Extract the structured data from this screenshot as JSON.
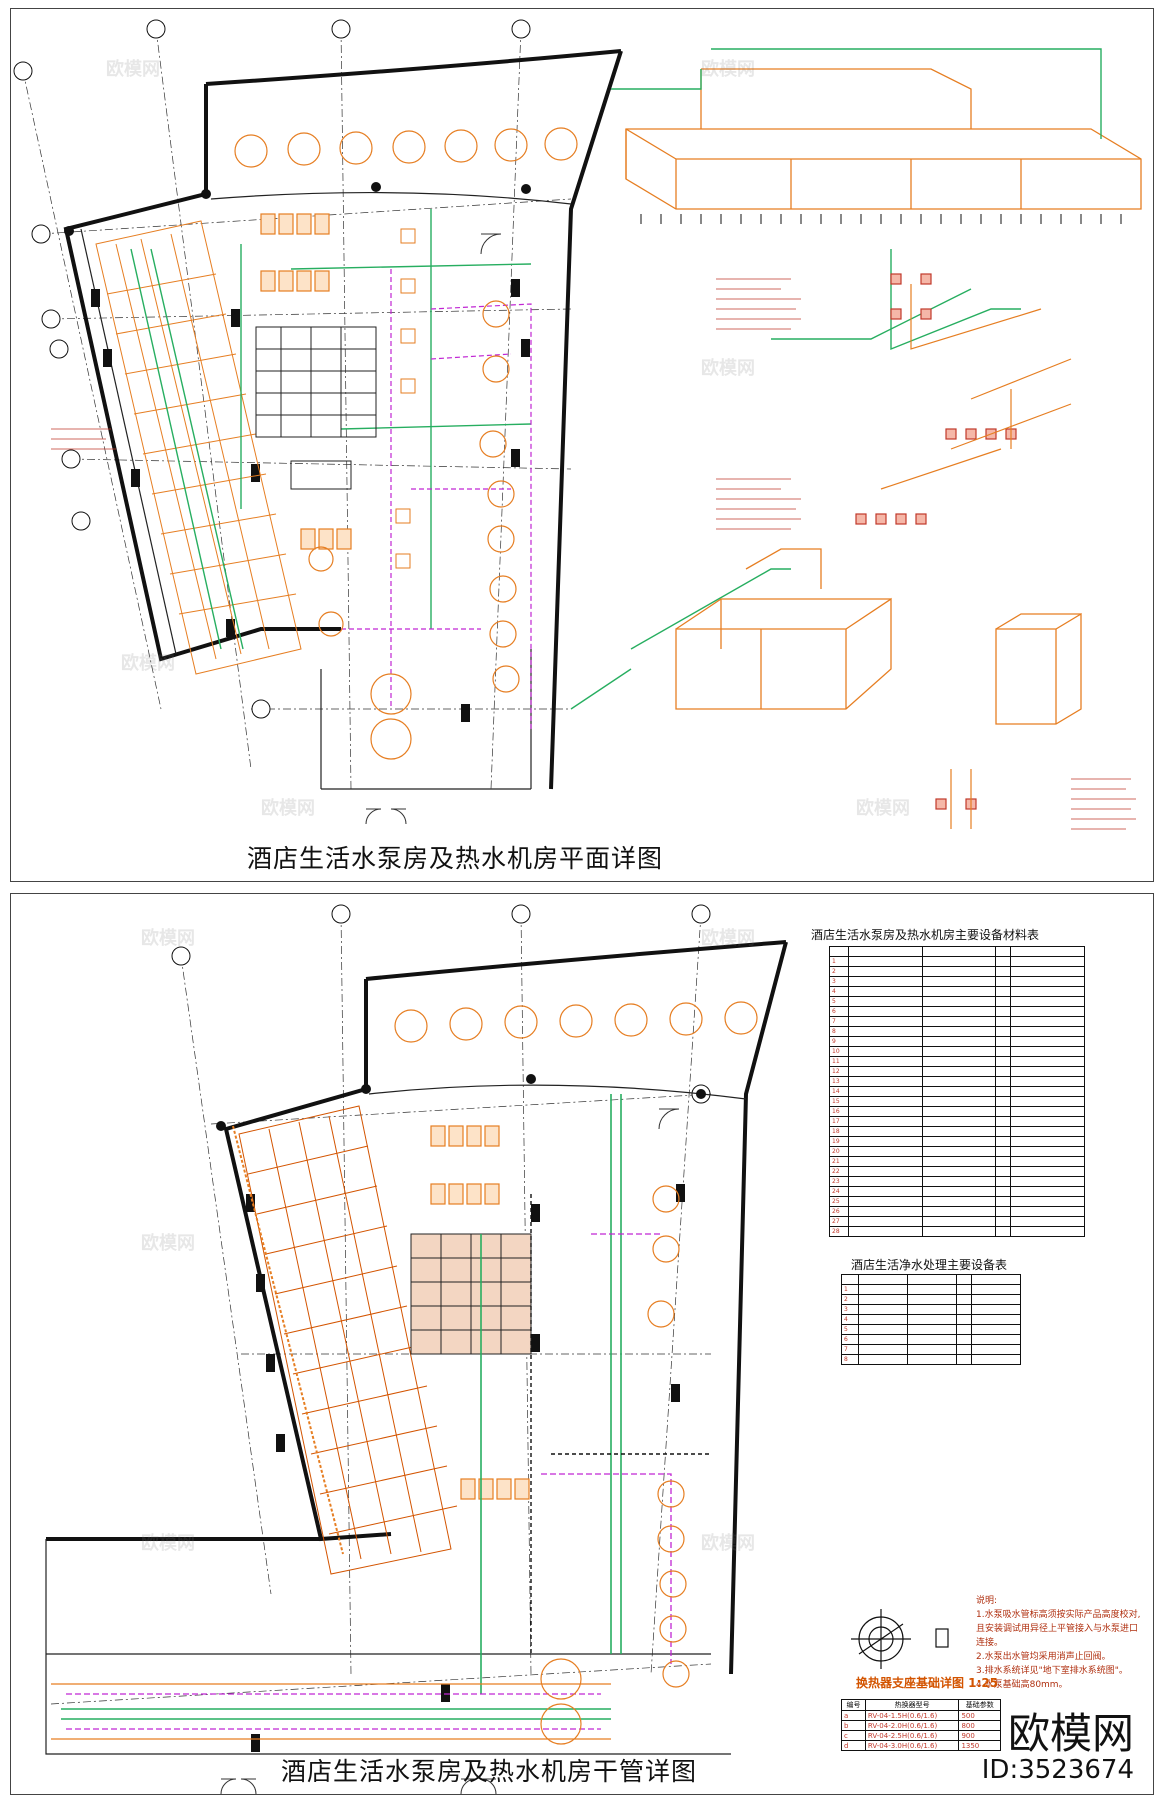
{
  "sheet1": {
    "title": "酒店生活水泵房及热水机房平面详图"
  },
  "sheet2": {
    "title": "酒店生活水泵房及热水机房干管详图",
    "equipment_table_title": "酒店生活水泵房及热水机房主要设备材料表",
    "purification_table_title": "酒店生活净水处理主要设备表",
    "notes_title": "说明:",
    "notes": [
      "1.水泵吸水管标高须按实际产品高度校对,",
      "且安装调试用异径上平管接入与水泵进口连接。",
      "2.水泵出水管均采用消声止回阀。",
      "3.排水系统详见\"地下室排水系统图\"。",
      "4.水泵基础高80mm。"
    ],
    "detail_caption": "换热器支座基础详图 1:25",
    "heat_exchanger_table": {
      "headers": [
        "编号",
        "热换器型号",
        "基础参数"
      ],
      "rows": [
        [
          "a",
          "RV-04-1.5H(0.6/1.6)",
          "500"
        ],
        [
          "b",
          "RV-04-2.0H(0.6/1.6)",
          "800"
        ],
        [
          "c",
          "RV-04-2.5H(0.6/1.6)",
          "900"
        ],
        [
          "d",
          "RV-04-3.0H(0.6/1.6)",
          "1350"
        ]
      ]
    }
  },
  "watermark": "欧模网",
  "brand": {
    "name": "欧模网",
    "id": "ID:3523674"
  },
  "colors": {
    "structure": "#111111",
    "pipe_orange": "#e67e22",
    "pipe_green": "#27ae60",
    "pipe_magenta": "#c026d3",
    "pipe_red": "#c0392b"
  }
}
